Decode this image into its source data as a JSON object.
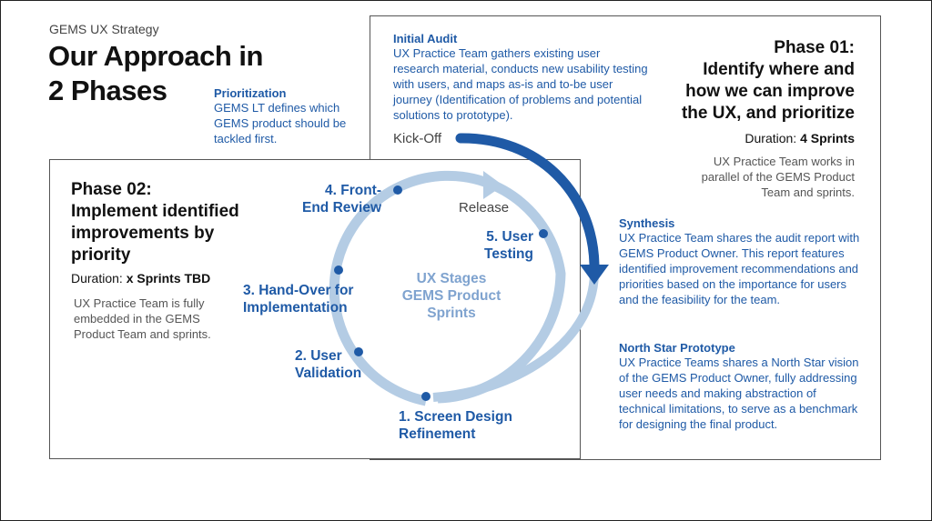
{
  "header": {
    "subtitle": "GEMS UX Strategy",
    "title_line1": "Our Approach in",
    "title_line2": "2 Phases"
  },
  "prioritization": {
    "title": "Prioritization",
    "text": "GEMS LT defines which GEMS product should be tackled first."
  },
  "initial_audit": {
    "title": "Initial Audit",
    "text": "UX Practice Team gathers existing user research material, conducts new usability testing with users, and maps as-is and to-be user journey (Identification of problems and potential solutions to prototype)."
  },
  "phase01": {
    "title_line1": "Phase 01:",
    "title_line2": "Identify where and",
    "title_line3": "how we can improve",
    "title_line4": "the UX, and prioritize",
    "duration_label": "Duration:",
    "duration_value": "4 Sprints",
    "note": "UX Practice Team works in parallel of the GEMS Product Team and sprints."
  },
  "phase02": {
    "title_line1": "Phase 02:",
    "title_line2": "Implement identified",
    "title_line3": "improvements by",
    "title_line4": "priority",
    "duration_label": "Duration:",
    "duration_value": "x Sprints TBD",
    "note": "UX Practice Team is fully embedded in the GEMS Product Team and sprints."
  },
  "cycle": {
    "kickoff": "Kick-Off",
    "release": "Release",
    "center_line1": "UX Stages",
    "center_line2": "GEMS Product",
    "center_line3": "Sprints",
    "stages": [
      {
        "l1": "1. Screen Design",
        "l2": "Refinement"
      },
      {
        "l1": "2. User",
        "l2": "Validation"
      },
      {
        "l1": "3. Hand-Over for",
        "l2": "Implementation"
      },
      {
        "l1": "4. Front-",
        "l2": "End Review"
      },
      {
        "l1": "5. User",
        "l2": "Testing"
      }
    ]
  },
  "synthesis": {
    "title": "Synthesis",
    "text": "UX Practice Team shares the audit report with GEMS Product Owner. This report features identified improvement recommendations and priorities based on the importance for users and the feasibility for the team."
  },
  "north_star": {
    "title": "North Star Prototype",
    "text": "UX Practice Teams shares a North Star vision of the GEMS Product Owner, fully addressing user needs and making abstraction of technical limitations, to serve as a benchmark for designing the final product."
  },
  "colors": {
    "dark_blue": "#1f5aa6",
    "light_blue": "#b4cce4"
  }
}
